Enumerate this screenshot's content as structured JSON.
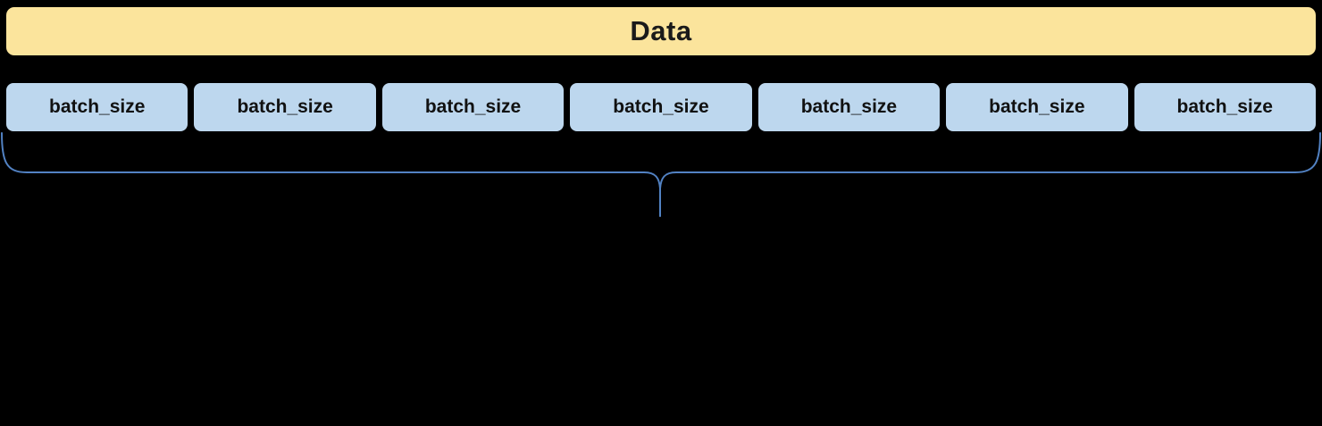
{
  "diagram": {
    "title": "Data",
    "batch_count": 7,
    "batches": [
      "batch_size",
      "batch_size",
      "batch_size",
      "batch_size",
      "batch_size",
      "batch_size",
      "batch_size"
    ],
    "brace_meaning": "all batches grouped under Data"
  },
  "colors": {
    "background": "#000000",
    "data_fill": "#FBE49C",
    "batch_fill": "#BDD7EE",
    "brace_stroke": "#5282C3",
    "text": "#111111"
  }
}
